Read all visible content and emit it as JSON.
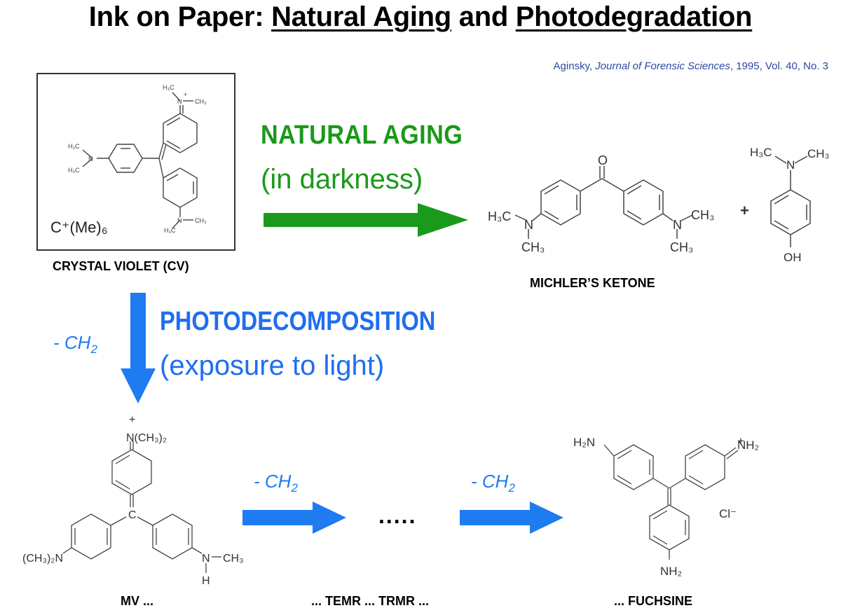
{
  "title": {
    "prefix": "Ink on Paper: ",
    "part1": "Natural Aging",
    "mid": " and ",
    "part2": "Photodegradation"
  },
  "citation": {
    "author": "Aginsky, ",
    "journal": "Journal of Forensic Sciences",
    "details": ", 1995, Vol. 40, No. 3"
  },
  "crystal_violet": {
    "formula": "C⁺(Me)₆",
    "label": "CRYSTAL VIOLET (CV)"
  },
  "natural_aging": {
    "title": "NATURAL  AGING",
    "subtitle": "(in darkness)",
    "color": "#1a9a1a"
  },
  "michlers_ketone": {
    "label": "MICHLER’S KETONE",
    "plus": "+"
  },
  "photodecomposition": {
    "title": "PHOTODECOMPOSITION",
    "subtitle": "(exposure to light)",
    "color": "#1f6ef0"
  },
  "demethylation": {
    "left": "- CH",
    "mid1": "- CH",
    "mid2": "- CH",
    "subscript": "2"
  },
  "products": {
    "mv": "MV  ...",
    "middle": "...  TEMR  ...  TRMR  ...",
    "fuchsine": "...  FUCHSINE",
    "dots": "....."
  }
}
